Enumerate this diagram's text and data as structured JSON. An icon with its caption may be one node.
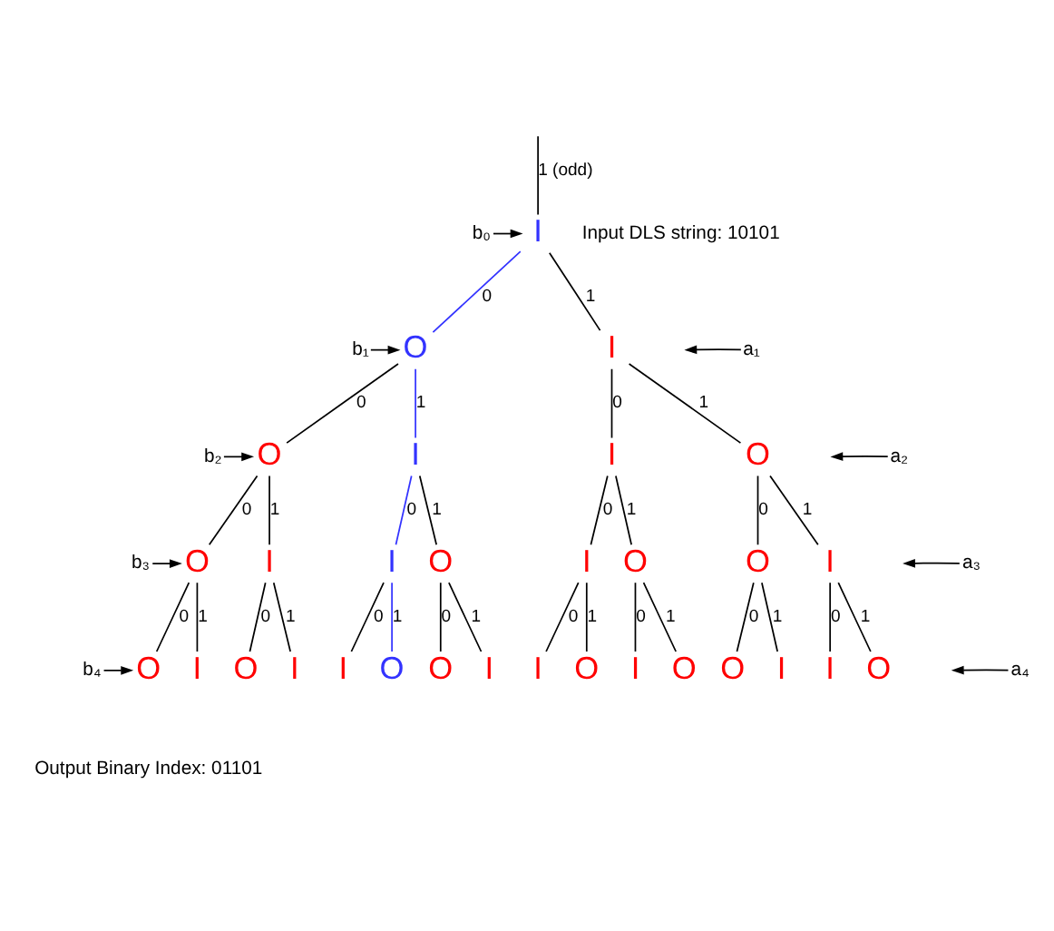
{
  "diagram": {
    "nodes": [
      {
        "text": [
          "I"
        ]
      },
      {
        "text": [
          "O"
        ]
      },
      {
        "text": [
          "I"
        ]
      },
      {
        "text": [
          "O"
        ]
      },
      {
        "text": [
          "I"
        ]
      },
      {
        "text": [
          "I"
        ]
      },
      {
        "text": [
          "O"
        ]
      },
      {
        "text": [
          "O"
        ]
      },
      {
        "text": [
          "I"
        ]
      },
      {
        "text": [
          "I"
        ]
      },
      {
        "text": [
          "O"
        ]
      },
      {
        "text": [
          "I"
        ]
      },
      {
        "text": [
          "O"
        ]
      },
      {
        "text": [
          "O"
        ]
      },
      {
        "text": [
          "I"
        ]
      },
      {
        "text": [
          "O"
        ]
      },
      {
        "text": [
          "I"
        ]
      },
      {
        "text": [
          "O"
        ]
      },
      {
        "text": [
          "I"
        ]
      },
      {
        "text": [
          "I"
        ]
      },
      {
        "text": [
          "O"
        ]
      },
      {
        "text": [
          "O"
        ]
      },
      {
        "text": [
          "I"
        ]
      },
      {
        "text": [
          "I"
        ]
      },
      {
        "text": [
          "O"
        ]
      },
      {
        "text": [
          "I"
        ]
      },
      {
        "text": [
          "O"
        ]
      },
      {
        "text": [
          "O"
        ]
      },
      {
        "text": [
          "I"
        ]
      },
      {
        "text": [
          "I"
        ]
      },
      {
        "text": [
          "O"
        ]
      },
      {
        "text": [
          "b₀"
        ]
      },
      {
        "text": [
          "b₁"
        ]
      },
      {
        "text": [
          "b₂"
        ]
      },
      {
        "text": [
          "b₃"
        ]
      },
      {
        "text": [
          "b₄"
        ]
      },
      {
        "text": [
          "a₁"
        ]
      },
      {
        "text": [
          "a₂"
        ]
      },
      {
        "text": [
          "a₃"
        ]
      },
      {
        "text": [
          "a₄"
        ]
      }
    ],
    "edges": [
      {
        "from": null,
        "to": 0,
        "arrow": "none",
        "label": "1 (odd)"
      },
      {
        "from": 0,
        "to": 1,
        "arrow": "none",
        "label": "0",
        "color": "#3333ff"
      },
      {
        "from": 0,
        "to": 2,
        "arrow": "none",
        "label": "1"
      },
      {
        "from": 1,
        "to": 3,
        "arrow": "none",
        "label": "0"
      },
      {
        "from": 1,
        "to": 4,
        "arrow": "none",
        "label": "1",
        "color": "#3333ff"
      },
      {
        "from": 2,
        "to": 5,
        "arrow": "none",
        "label": "0"
      },
      {
        "from": 2,
        "to": 6,
        "arrow": "none",
        "label": "1"
      },
      {
        "from": 3,
        "to": 7,
        "arrow": "none",
        "label": "0"
      },
      {
        "from": 3,
        "to": 8,
        "arrow": "none",
        "label": "1"
      },
      {
        "from": 4,
        "to": 9,
        "arrow": "none",
        "label": "0",
        "color": "#3333ff"
      },
      {
        "from": 4,
        "to": 10,
        "arrow": "none",
        "label": "1"
      },
      {
        "from": 5,
        "to": 11,
        "arrow": "none",
        "label": "0"
      },
      {
        "from": 5,
        "to": 12,
        "arrow": "none",
        "label": "1"
      },
      {
        "from": 6,
        "to": 13,
        "arrow": "none",
        "label": "0"
      },
      {
        "from": 6,
        "to": 14,
        "arrow": "none",
        "label": "1"
      },
      {
        "from": 7,
        "to": 15,
        "arrow": "none",
        "label": "0"
      },
      {
        "from": 7,
        "to": 16,
        "arrow": "none",
        "label": "1"
      },
      {
        "from": 8,
        "to": 17,
        "arrow": "none",
        "label": "0"
      },
      {
        "from": 8,
        "to": 18,
        "arrow": "none",
        "label": "1"
      },
      {
        "from": 9,
        "to": 19,
        "arrow": "none",
        "label": "0"
      },
      {
        "from": 9,
        "to": 20,
        "arrow": "none",
        "label": "1",
        "color": "#3333ff"
      },
      {
        "from": 10,
        "to": 21,
        "arrow": "none",
        "label": "0"
      },
      {
        "from": 10,
        "to": 22,
        "arrow": "none",
        "label": "1"
      },
      {
        "from": 11,
        "to": 23,
        "arrow": "none",
        "label": "0"
      },
      {
        "from": 11,
        "to": 24,
        "arrow": "none",
        "label": "1"
      },
      {
        "from": 12,
        "to": 25,
        "arrow": "none",
        "label": "0"
      },
      {
        "from": 12,
        "to": 26,
        "arrow": "none",
        "label": "1"
      },
      {
        "from": 13,
        "to": 27,
        "arrow": "none",
        "label": "0"
      },
      {
        "from": 13,
        "to": 28,
        "arrow": "none",
        "label": "1"
      },
      {
        "from": 14,
        "to": 29,
        "arrow": "none",
        "label": "0"
      },
      {
        "from": 14,
        "to": 30,
        "arrow": "none",
        "label": "1"
      },
      {
        "from": 31,
        "to": 0,
        "arrow": "to"
      },
      {
        "from": 32,
        "to": 1,
        "arrow": "to"
      },
      {
        "from": 33,
        "to": 3,
        "arrow": "to"
      },
      {
        "from": 34,
        "to": 7,
        "arrow": "to"
      },
      {
        "from": 35,
        "to": 15,
        "arrow": "to"
      },
      {
        "from": 36,
        "to": null,
        "arrow": "to"
      },
      {
        "from": 37,
        "to": null,
        "arrow": "to"
      },
      {
        "from": 38,
        "to": null,
        "arrow": "to"
      },
      {
        "from": 39,
        "to": null,
        "arrow": "to"
      }
    ],
    "labels": [
      "Input DLS string: 10101",
      "Output Binary Index: 01101"
    ]
  }
}
